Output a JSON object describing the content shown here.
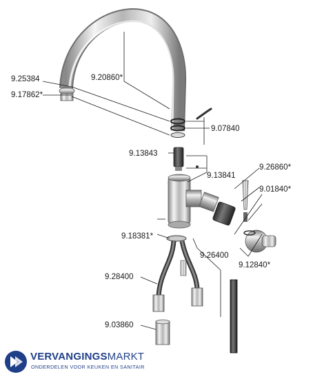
{
  "parts": [
    {
      "id": "p1",
      "number": "9.25384"
    },
    {
      "id": "p2",
      "number": "9.17862*"
    },
    {
      "id": "p3",
      "number": "9.20860*"
    },
    {
      "id": "p4",
      "number": "9.07840"
    },
    {
      "id": "p5",
      "number": "9.13843"
    },
    {
      "id": "p6",
      "number": "9.13841"
    },
    {
      "id": "p7",
      "number": "9.26860*"
    },
    {
      "id": "p8",
      "number": "9.01840*"
    },
    {
      "id": "p9",
      "number": "9.18381*"
    },
    {
      "id": "p10",
      "number": "9.26400"
    },
    {
      "id": "p11",
      "number": "9.12840*"
    },
    {
      "id": "p12",
      "number": "9.28400"
    },
    {
      "id": "p13",
      "number": "9.03860"
    }
  ],
  "brand": {
    "name_bold": "VERVANGINGS",
    "name_light": "MARKT",
    "tagline": "ONDERDELEN VOOR KEUKEN EN SANITAIR",
    "primary_color": "#1f3f88",
    "accent_color": "#ffffff"
  }
}
